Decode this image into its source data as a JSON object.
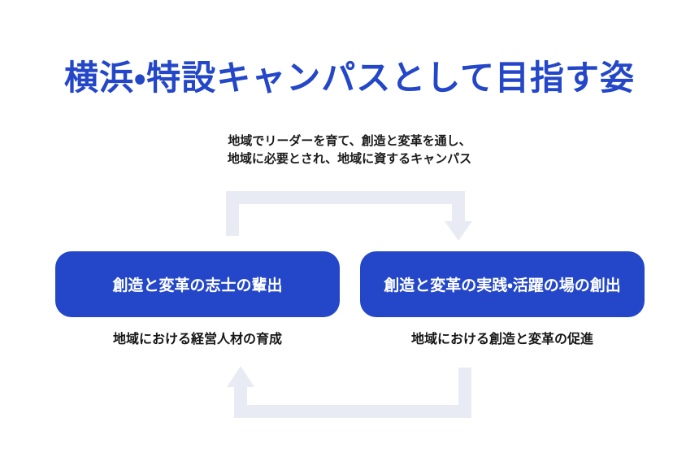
{
  "title": {
    "text": "横浜・特設キャンパスとして目指す姿",
    "color": "#2347c8"
  },
  "subtitle": {
    "line1": "地域でリーダーを育て、創造と変革を通し、",
    "line2": "地域に必要とされ、地域に資するキャンパス"
  },
  "cycle": {
    "arrow_color": "#e8ebf4",
    "top_arrow_direction": "left-box-to-right-box",
    "bottom_arrow_direction": "right-box-to-left-box"
  },
  "boxes": [
    {
      "label": "創造と変革の志士の輩出",
      "caption": "地域における経営人材の育成",
      "color": "#2347c8"
    },
    {
      "label": "創造と変革の実践・活躍の場の創出",
      "caption": "地域における創造と変革の促進",
      "color": "#2347c8"
    }
  ]
}
